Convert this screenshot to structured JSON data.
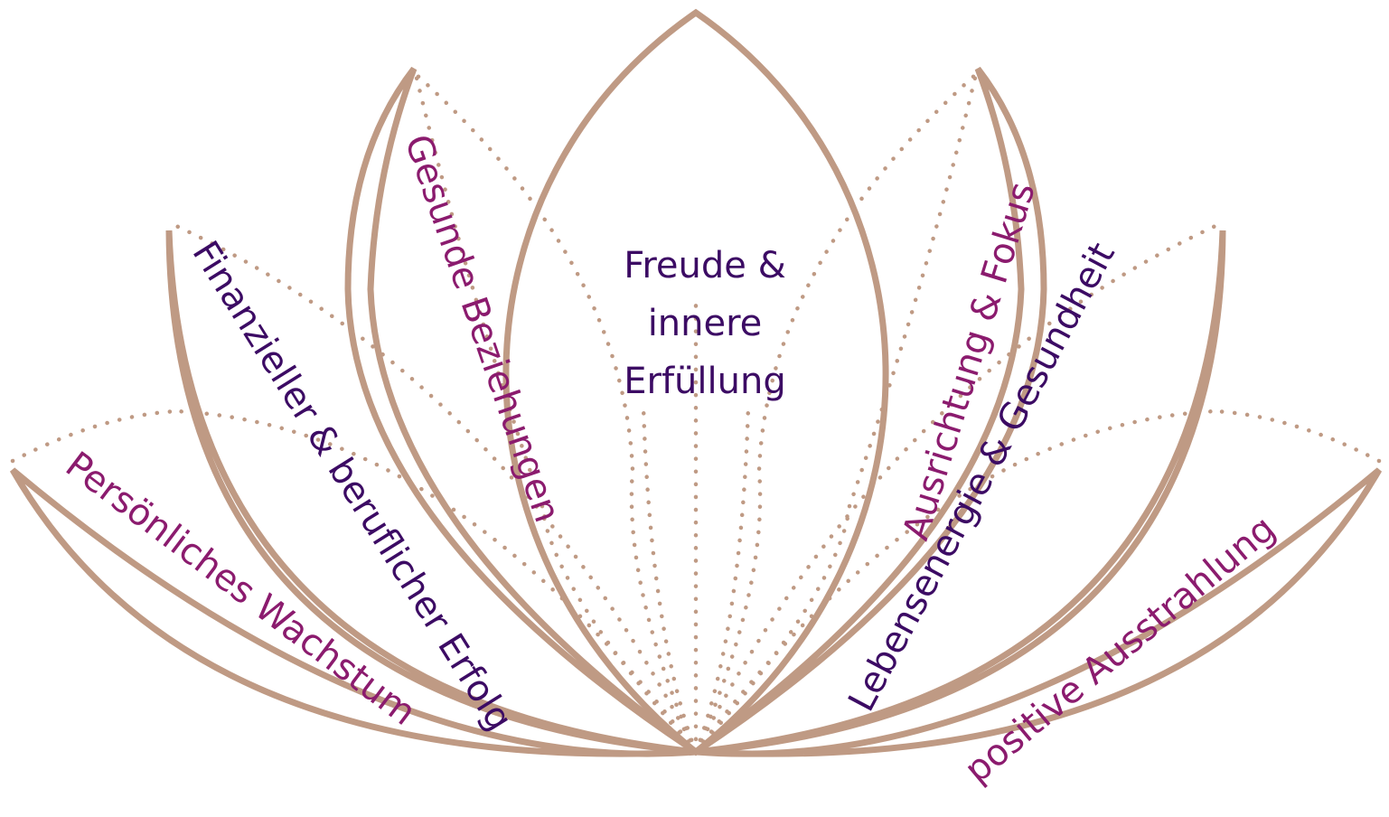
{
  "colors": {
    "petal_outline": "#bf9a84",
    "label_primary": "#3c0b64",
    "label_accent": "#8b1b6e",
    "background": "#ffffff"
  },
  "center": {
    "line1": "Freude &",
    "line2": "innere",
    "line3": "Erfüllung"
  },
  "petals": {
    "inner_left": "Gesunde Beziehungen",
    "inner_right": "Ausrichtung & Fokus",
    "middle_left": "Finanzieller & beruflicher Erfolg",
    "middle_right": "Lebensenergie & Gesundheit",
    "outer_left": "Persönliches Wachstum",
    "outer_right": "positive Ausstrahlung"
  }
}
